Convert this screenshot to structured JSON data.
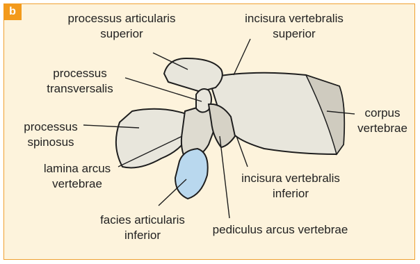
{
  "panel_label": "b",
  "labels": {
    "proc_art_sup": [
      "processus articularis",
      "superior"
    ],
    "inc_vert_sup": [
      "incisura vertebralis",
      "superior"
    ],
    "proc_trans": [
      "processus",
      "transversalis"
    ],
    "proc_spin": [
      "processus",
      "spinosus"
    ],
    "lamina": [
      "lamina arcus",
      "vertebrae"
    ],
    "facies": [
      "facies articularis",
      "inferior"
    ],
    "corpus": [
      "corpus",
      "vertebrae"
    ],
    "inc_vert_inf": [
      "incisura vertebralis",
      "inferior"
    ],
    "pediculus": [
      "pediculus arcus vertebrae"
    ]
  },
  "colors": {
    "panel_bg": "#fdf3dc",
    "panel_border": "#f0a030",
    "badge": "#f39a1c",
    "bone": "#e8e6dc",
    "bone_shadow": "#cfcbbf",
    "cartilage": "#b9d8ee"
  }
}
